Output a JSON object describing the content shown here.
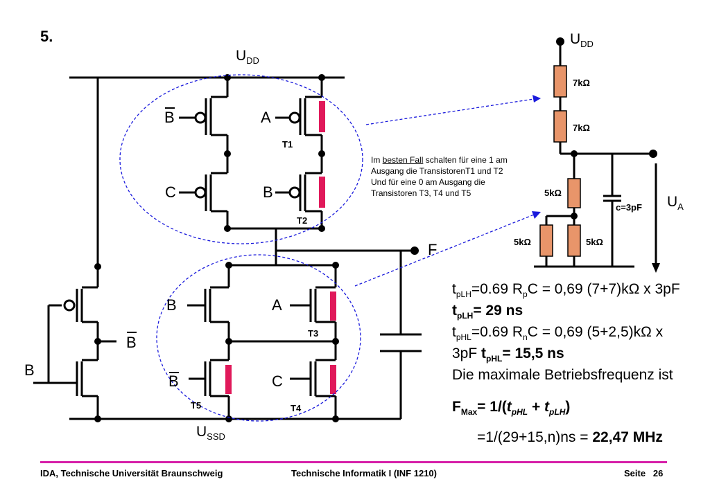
{
  "slide_number": "5.",
  "labels": {
    "udd_left": "U",
    "udd_left_sub": "DD",
    "udd_right": "U",
    "udd_right_sub": "DD",
    "ussd": "U",
    "ussd_sub": "SSD",
    "ua": "U",
    "ua_sub": "A",
    "f": "F",
    "b_top": "B",
    "a_top": "A",
    "c_mid": "C",
    "b_mid": "B",
    "b_lower": "B",
    "a_lower": "A",
    "b_bottom": "B",
    "c_bottom": "C",
    "inv_bbar": "B",
    "inv_b": "B",
    "t1": "T1",
    "t2": "T2",
    "t3": "T3",
    "t4": "T4",
    "t5": "T5",
    "r1": "7kΩ",
    "r2": "7kΩ",
    "r3": "5kΩ",
    "r4": "5kΩ",
    "r5": "5kΩ",
    "cap": "c=3pF"
  },
  "note": {
    "line1_pre": "Im ",
    "line1_u": "besten Fall",
    "line1_post": " schalten für eine 1 am",
    "line2": "Ausgang  die TransistorenT1 und T2",
    "line3": "Und für eine 0 am Ausgang die",
    "line4": "Transistoren T3, T4 und T5"
  },
  "formulas": {
    "tplh_t": "t",
    "tplh_sub": "pLH",
    "tplh_expr_a": "=0.69 R",
    "tplh_expr_sub": "p",
    "tplh_expr_b": "C = 0,69 (7+7)kΩ x 3pF",
    "tplh_res_t": "t",
    "tplh_res_sub": "pLH",
    "tplh_res_val": "= 29 ns",
    "tphl_t": "t",
    "tphl_sub": "pHL",
    "tphl_expr_a": "=0.69 R",
    "tphl_expr_sub": "n",
    "tphl_expr_b": "C = 0,69 (5+2,5)kΩ x",
    "tphl_line2_a": "3pF ",
    "tphl_res_t": "t",
    "tphl_res_sub": "pHL",
    "tphl_res_val": "= 15,5 ns",
    "freq_text": "Die maximale Betriebsfrequenz ist",
    "fmax_f": "F",
    "fmax_sub": "Max",
    "fmax_eq": "= 1/(",
    "fmax_t1": "t",
    "fmax_t1_sub": "pHL",
    "fmax_plus": " + ",
    "fmax_t2": "t",
    "fmax_t2_sub": "pLH",
    "fmax_close": ")",
    "result_a": "=1/(29+15,n)ns = ",
    "result_b": "22,47 MHz"
  },
  "footer": {
    "left": "IDA, Technische Universität Braunschweig",
    "center": "Technische Informatik I (INF 1210)",
    "page_label": "Seite",
    "page_number": "26"
  },
  "colors": {
    "channel_bar": "#e0195a",
    "resistor_fill": "#e8956a",
    "dashed_line": "#1a1adc",
    "footer_rule": "#d61fa8"
  }
}
